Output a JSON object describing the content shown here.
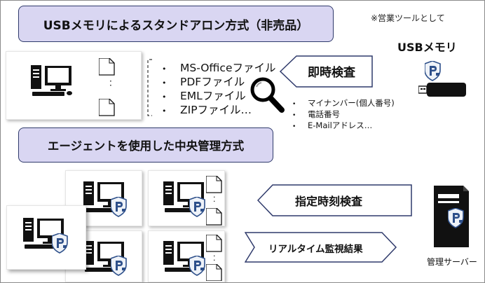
{
  "banners": {
    "top": "USBメモリによるスタンドアロン方式（非売品）",
    "middle": "エージェントを使用した中央管理方式"
  },
  "note": "※営業ツールとして",
  "usb_title": "USBメモリ",
  "bullet": "•",
  "file_types": [
    "MS-Officeファイル",
    "PDFファイル",
    "EMLファイル",
    "ZIPファイル…"
  ],
  "pii_items": [
    "マイナンバー(個人番号)",
    "電話番号",
    "E-Mailアドレス…"
  ],
  "arrows": {
    "instant": "即時検査",
    "scheduled": "指定時刻検査",
    "realtime": "リアルタイム監視結果"
  },
  "server_caption": "管理サーバー",
  "colors": {
    "banner_fill": "#d9d6f2",
    "banner_border": "#2f3a6b",
    "arrow_border": "#2f3a6b",
    "shield_blue": "#2d4f8a"
  }
}
